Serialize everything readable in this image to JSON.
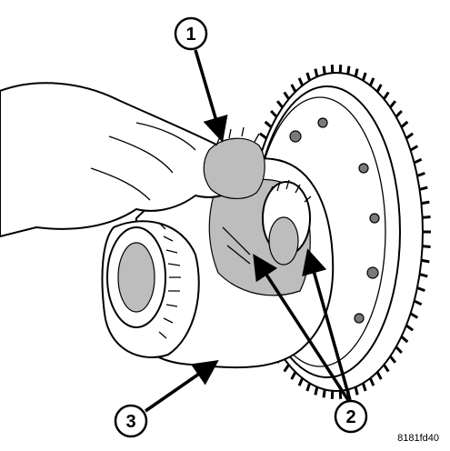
{
  "figure": {
    "id_label": "8181fd40"
  },
  "callouts": [
    {
      "number": "1"
    },
    {
      "number": "2"
    },
    {
      "number": "3"
    }
  ]
}
